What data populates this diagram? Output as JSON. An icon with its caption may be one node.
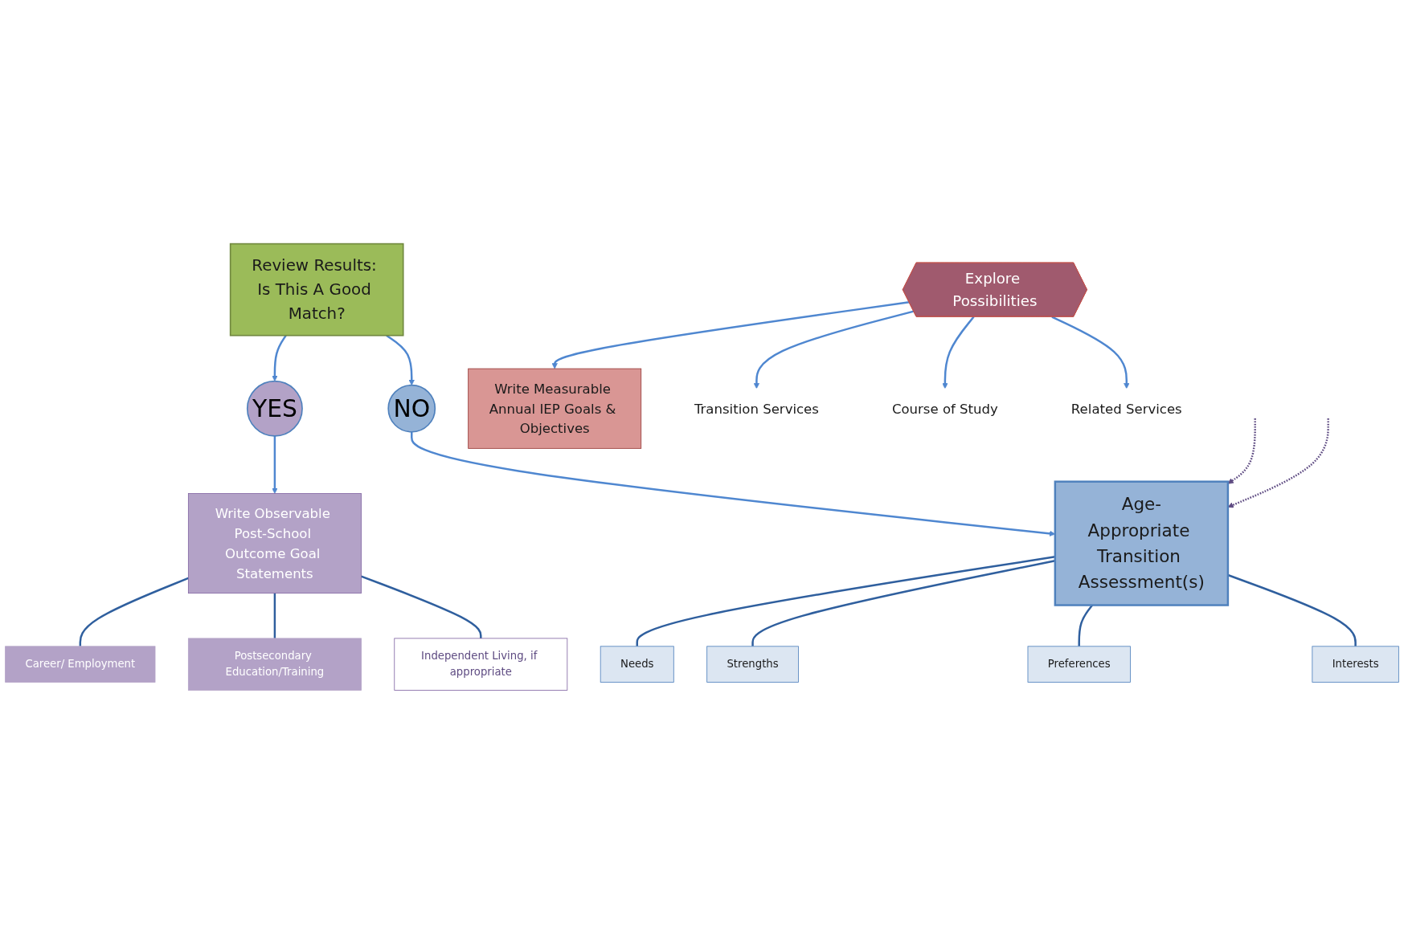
{
  "diagram": {
    "nodes": [
      {
        "text": [
          "Age-Appropriate Transition Assessment(s)"
        ]
      },
      {
        "text": [
          "Needs"
        ]
      },
      {
        "text": [
          "Strengths"
        ]
      },
      {
        "text": [
          "Preferences"
        ]
      },
      {
        "text": [
          "Interests"
        ]
      },
      {
        "text": [
          "Review Results: Is This A Good Match?"
        ]
      },
      {
        "text": [
          "YES"
        ]
      },
      {
        "text": [
          "NO"
        ]
      },
      {
        "text": [
          "Write Observable Post-School Outcome Goal Statements"
        ]
      },
      {
        "text": [
          "Career/ Employment"
        ]
      },
      {
        "text": [
          "Postsecondary Education/Training"
        ]
      },
      {
        "text": [
          "Independent Living, if appropriate"
        ]
      },
      {
        "text": [
          "Write Measurable Annual IEP Goals & Objectives"
        ]
      },
      {
        "text": [
          "Explore Possibilities"
        ]
      },
      {
        "text": [
          "Transition Services"
        ]
      },
      {
        "text": [
          "Course of Study"
        ]
      },
      {
        "text": [
          "Related Services"
        ]
      }
    ],
    "edges": [
      {
        "from": 0,
        "to": 1,
        "arrow": "none"
      },
      {
        "from": 0,
        "to": 2,
        "arrow": "none"
      },
      {
        "from": 0,
        "to": 3,
        "arrow": "none"
      },
      {
        "from": 0,
        "to": 4,
        "arrow": "none"
      },
      {
        "from": 5,
        "to": 6,
        "arrow": "to"
      },
      {
        "from": 5,
        "to": 7,
        "arrow": "to"
      },
      {
        "from": 7,
        "to": 0,
        "arrow": "to"
      },
      {
        "from": 6,
        "to": 8,
        "arrow": "to"
      },
      {
        "from": 8,
        "to": 9,
        "arrow": "none"
      },
      {
        "from": 8,
        "to": 10,
        "arrow": "none"
      },
      {
        "from": 8,
        "to": 11,
        "arrow": "none"
      },
      {
        "from": 13,
        "to": 12,
        "arrow": "to"
      },
      {
        "from": 13,
        "to": 14,
        "arrow": "to"
      },
      {
        "from": 13,
        "to": 15,
        "arrow": "to"
      },
      {
        "from": 13,
        "to": 16,
        "arrow": "to"
      },
      {
        "from": null,
        "to": 0,
        "arrow": "to",
        "style": "dashed",
        "color": "#5e4b82"
      },
      {
        "from": null,
        "to": 0,
        "arrow": "to",
        "style": "dashed",
        "color": "#5e4b82"
      }
    ]
  }
}
